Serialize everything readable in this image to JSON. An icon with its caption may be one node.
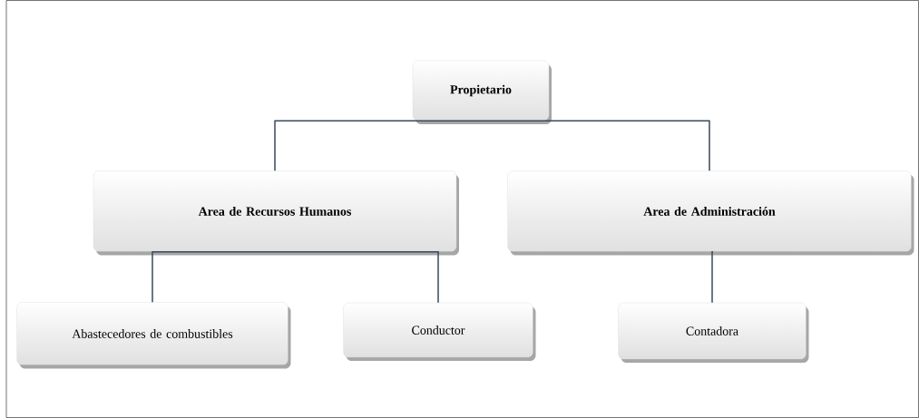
{
  "diagram": {
    "nodes": [
      {
        "text": [
          "Propietario"
        ]
      },
      {
        "text": [
          "Area de Recursos Humanos"
        ]
      },
      {
        "text": [
          "Area de Administración"
        ]
      },
      {
        "text": [
          "Abastecedores de combustibles"
        ]
      },
      {
        "text": [
          "Conductor"
        ]
      },
      {
        "text": [
          "Contadora"
        ]
      }
    ],
    "edges": [
      {
        "from": 0,
        "to": 1,
        "arrow": "none"
      },
      {
        "from": 0,
        "to": 2,
        "arrow": "none"
      },
      {
        "from": 1,
        "to": 3,
        "arrow": "none"
      },
      {
        "from": 1,
        "to": 4,
        "arrow": "none"
      },
      {
        "from": 2,
        "to": 5,
        "arrow": "none"
      }
    ]
  }
}
